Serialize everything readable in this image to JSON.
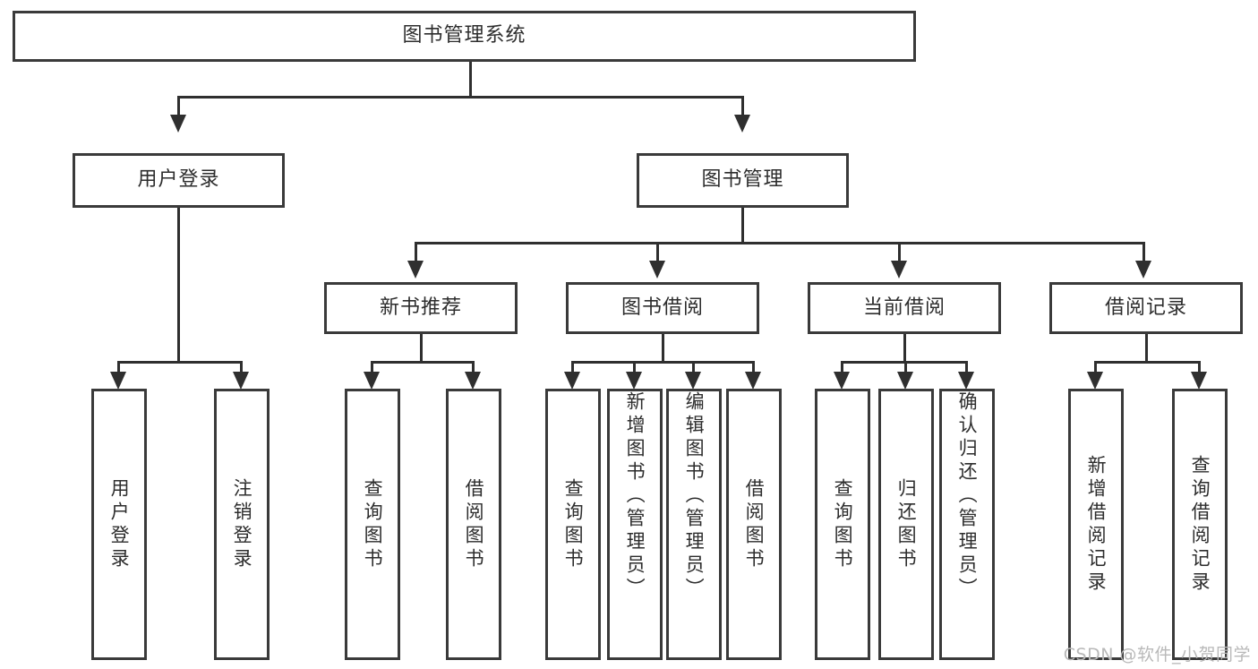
{
  "diagram": {
    "type": "tree",
    "title": "图书管理系统",
    "root": {
      "label": "图书管理系统"
    },
    "level2": [
      {
        "label": "用户登录"
      },
      {
        "label": "图书管理"
      }
    ],
    "level3": [
      {
        "label": "新书推荐"
      },
      {
        "label": "图书借阅"
      },
      {
        "label": "当前借阅"
      },
      {
        "label": "借阅记录"
      }
    ],
    "leaves": {
      "user_login": [
        {
          "label": "用户登录"
        },
        {
          "label": "注销登录"
        }
      ],
      "new_book_recommend": [
        {
          "label": "查询图书"
        },
        {
          "label": "借阅图书"
        }
      ],
      "book_borrow": [
        {
          "label": "查询图书"
        },
        {
          "label": "新增图书（管理员）"
        },
        {
          "label": "编辑图书（管理员）"
        },
        {
          "label": "借阅图书"
        }
      ],
      "current_borrow": [
        {
          "label": "查询图书"
        },
        {
          "label": "归还图书"
        },
        {
          "label": "确认归还（管理员）"
        }
      ],
      "borrow_record": [
        {
          "label": "新增借阅记录"
        },
        {
          "label": "查询借阅记录"
        }
      ]
    }
  },
  "watermark": {
    "text": "CSDN @软件_小贺同学"
  },
  "colors": {
    "stroke": "#3a3a3a",
    "line": "#2f2f2f",
    "background": "#ffffff",
    "text": "#2d2d2d",
    "watermark": "#b9b9b9"
  }
}
